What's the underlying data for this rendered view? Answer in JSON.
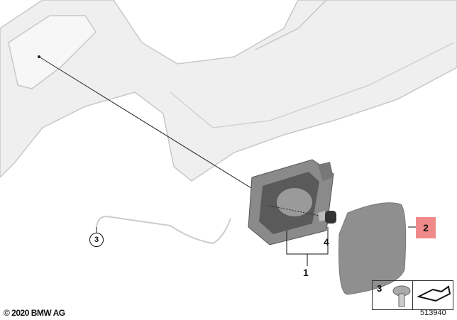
{
  "diagram": {
    "callouts": [
      {
        "label": "1"
      },
      {
        "label": "2",
        "highlighted": true,
        "highlight_color": "#f08a8a"
      },
      {
        "label": "3",
        "style": "circled"
      },
      {
        "label": "4"
      }
    ],
    "legend": {
      "item_label": "3",
      "icon": "push-rivet-clip-icon",
      "arrow_icon": "direction-arrow-icon"
    },
    "copyright": "© 2020 BMW AG",
    "image_number": "513940"
  }
}
